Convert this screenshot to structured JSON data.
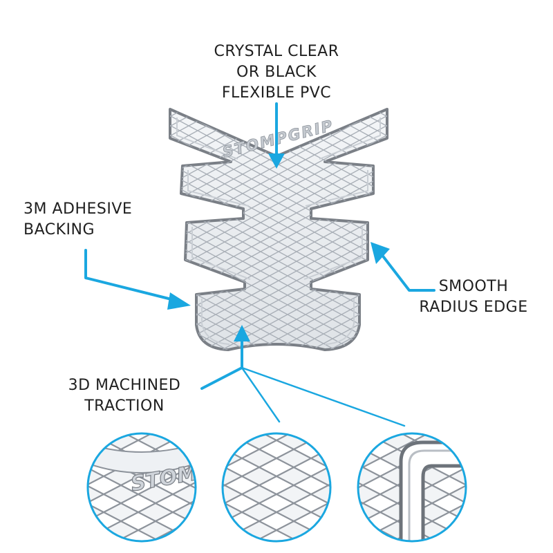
{
  "callouts": {
    "material": {
      "line1": "CRYSTAL CLEAR",
      "line2": "OR BLACK",
      "line3": "FLEXIBLE PVC"
    },
    "adhesive": {
      "line1": "3M ADHESIVE",
      "line2": "BACKING"
    },
    "edge": {
      "line1": "SMOOTH",
      "line2": "RADIUS EDGE"
    },
    "traction": {
      "line1": "3D MACHINED",
      "line2": "TRACTION"
    }
  },
  "product": {
    "logo_text": "STOMPGRIP",
    "pad_tiers": 4
  },
  "detail_views": [
    {
      "name": "logo-closeup",
      "logo_text": "STOMP"
    },
    {
      "name": "diamond-texture-closeup"
    },
    {
      "name": "radius-edge-closeup"
    }
  ],
  "colors": {
    "accent": "#1aa7e0",
    "pad_fill": "#e9ecef",
    "pad_edge": "#7a7f86",
    "texture_line": "#a9afb7",
    "text": "#1f1f1f"
  }
}
